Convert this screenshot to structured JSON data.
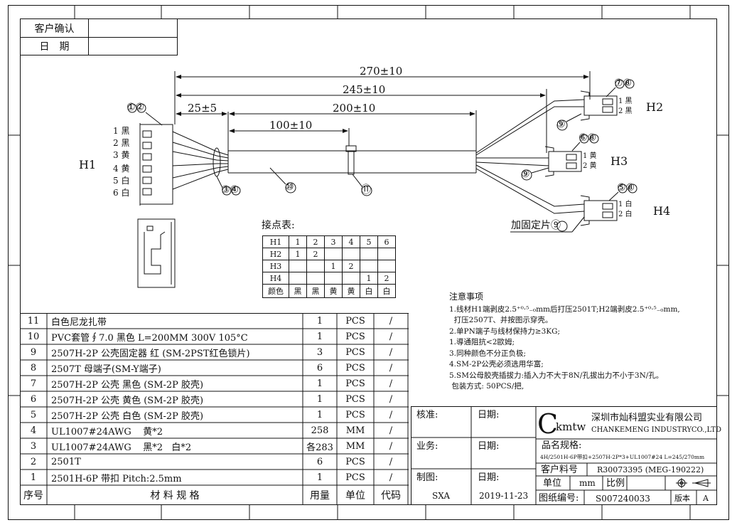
{
  "confirm": {
    "customer_label": "客户确认",
    "date_label": "日　期"
  },
  "dims": {
    "d270": "270±10",
    "d245": "245±10",
    "d25": "25±5",
    "d200": "200±10",
    "d100": "100±10"
  },
  "callouts": {
    "c12": "①②",
    "c78": "⑦⑧",
    "c68": "⑥⑧",
    "c58": "⑤⑧",
    "c9a": "⑨",
    "c9b": "⑨",
    "c34": "③④",
    "c10": "⑩",
    "c11": "⑪",
    "reinforce": "加固定片⑨"
  },
  "connectors": {
    "h1": "H1",
    "h2": "H2",
    "h3": "H3",
    "h4": "H4",
    "h1_pins": [
      "1 黑",
      "2 黑",
      "3 黄",
      "4 黄",
      "5 白",
      "6 白"
    ],
    "h2_pins": [
      "1 黑",
      "2 黑"
    ],
    "h3_pins": [
      "1 黄",
      "2 黄"
    ],
    "h4_pins": [
      "1 白",
      "2 白"
    ]
  },
  "contact_table": {
    "title": "接点表:",
    "header": [
      "H1",
      "1",
      "2",
      "3",
      "4",
      "5",
      "6"
    ],
    "rows": [
      [
        "H2",
        "1",
        "2",
        "",
        "",
        "",
        ""
      ],
      [
        "H3",
        "",
        "",
        "1",
        "2",
        "",
        ""
      ],
      [
        "H4",
        "",
        "",
        "",
        "",
        "1",
        "2"
      ],
      [
        "颜色",
        "黑",
        "黑",
        "黄",
        "黄",
        "白",
        "白"
      ]
    ]
  },
  "notes": {
    "title": "注意事项",
    "lines": [
      "1.线材H1端剥皮2.5⁺⁰·⁵₋₀mm后打压2501T;H2端剥皮2.5⁺⁰·⁵₋₀mm,",
      "  打压2507T、并按图示穿壳。",
      "2.单PN端子与线材保持力≥3KG;",
      "1.導通阻抗<2歐姆;",
      "3.同种颜色不分正负极;",
      "4.SM-2P公壳必须选用华富;",
      "5.SM公母胶壳插拔力:插入力不大于8N/孔拔出力不小于3N/孔。",
      " 包装方式: 50PCS/把,"
    ]
  },
  "bom": {
    "rows": [
      [
        "11",
        "白色尼龙扎带",
        "1",
        "PCS",
        "/"
      ],
      [
        "10",
        "PVC套管∮7.0  黑色  L=200MM 300V 105°C",
        "1",
        "PCS",
        "/"
      ],
      [
        "9",
        "2507H-2P 公壳固定器  红 (SM-2PST红色锁片)",
        "3",
        "PCS",
        "/"
      ],
      [
        "8",
        "2507T  母端子(SM-Y端子)",
        "6",
        "PCS",
        "/"
      ],
      [
        "7",
        "2507H-2P 公壳  黑色  (SM-2P 胶壳)",
        "1",
        "PCS",
        "/"
      ],
      [
        "6",
        "2507H-2P 公壳  黄色  (SM-2P 胶壳)",
        "1",
        "PCS",
        "/"
      ],
      [
        "5",
        "2507H-2P 公壳  白色  (SM-2P 胶壳)",
        "1",
        "PCS",
        "/"
      ],
      [
        "4",
        "UL1007#24AWG    黄*2",
        "258",
        "MM",
        "/"
      ],
      [
        "3",
        "UL1007#24AWG    黑*2   白*2",
        "各283",
        "MM",
        "/"
      ],
      [
        "2",
        "2501T",
        "6",
        "PCS",
        "/"
      ],
      [
        "1",
        "2501H-6P 带扣 Pitch:2.5mm",
        "1",
        "PCS",
        "/"
      ]
    ],
    "header": [
      "序号",
      "材 料 规 格",
      "用量",
      "单位",
      "代码"
    ]
  },
  "title_block": {
    "check_label": "核准:",
    "date1_label": "日期:",
    "business_label": "业务:",
    "date2_label": "日期:",
    "made_label": "制图:",
    "date3_label": "日期:",
    "maker": "SXA",
    "made_date": "2019-11-23",
    "logo_c": "C",
    "logo_rest": "kmtw",
    "company_cn": "深圳市灿科盟实业有限公司",
    "company_en": "CHANKEMENG INDUSTRYCO.,LTD",
    "product_label": "品名规格:",
    "product_spec": "4H/2501H-6P带扣+2507H-2P*3+UL1007#24 L=245/270mm",
    "customer_no_label": "客户料号",
    "customer_no": "R30073395 (MEG-190222)",
    "unit_label": "单位",
    "unit": "mm",
    "scale_label": "比例",
    "drawing_no_label": "图纸编号:",
    "drawing_no": "S007240033",
    "version_label": "版本",
    "version": "A"
  }
}
